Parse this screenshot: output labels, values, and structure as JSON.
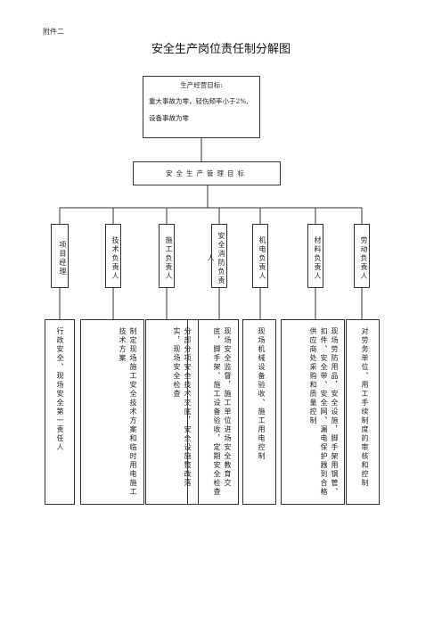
{
  "header": {
    "attachment": "附件二",
    "title": "安全生产岗位责任制分解图"
  },
  "goal": {
    "heading": "生产经营目标:",
    "lines": [
      "重大事故为零，轻伤频率小于2%,",
      "设备事故为零"
    ]
  },
  "management": {
    "label": "安全生产管理目标"
  },
  "roles": [
    "项目经理",
    "技术负责人",
    "施工负责人",
    "安全消防负责人",
    "机电负责人",
    "材料负责人",
    "劳动负责人"
  ],
  "duties": [
    "行政安全、现场安全第一责任人",
    "制定现场施工安全技术方案和临时用电施工技术方案",
    "分部分项安全技术交底，安全设施整改落实，现场安全检查",
    "现场安全监督，施工单位进场安全教育交底，脚手架、施工设备验收，定期安全检查",
    "现场机械设备验收、施工用电控制",
    "现场劳防用品，安全设施，脚手架用钢管、扣件、安全带、安全网、漏电保护器到合格供应商处采购和质量控制",
    "对劳务单位、用工手续制度的审核和控制"
  ]
}
